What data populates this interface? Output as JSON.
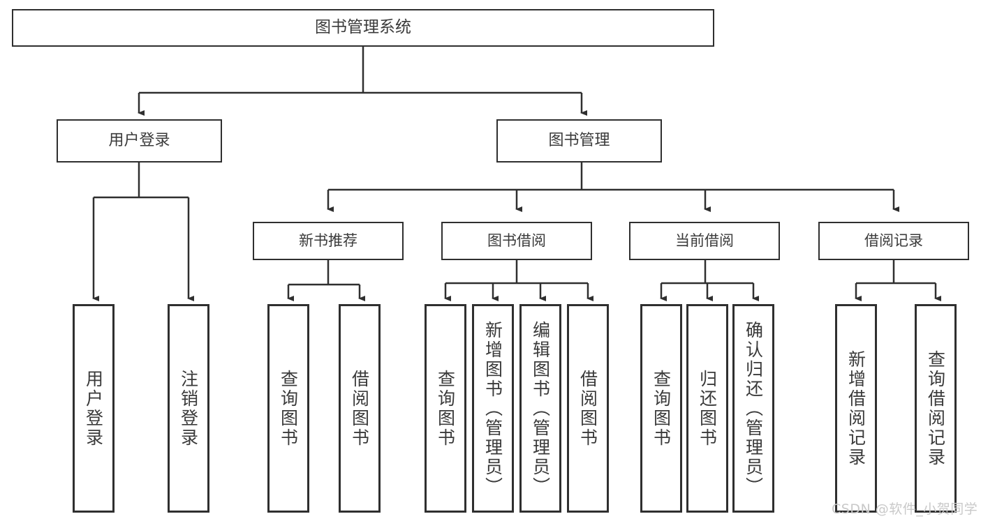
{
  "diagram": {
    "title": "图书管理系统",
    "watermark": "CSDN @软件_小贺同学",
    "line_color": "#2f2f2f",
    "text_color": "#3a3a3a",
    "background": "#ffffff",
    "root": {
      "label": "图书管理系统"
    },
    "level2": [
      {
        "label": "用户登录"
      },
      {
        "label": "图书管理"
      }
    ],
    "level3": [
      {
        "label": "新书推荐"
      },
      {
        "label": "图书借阅"
      },
      {
        "label": "当前借阅"
      },
      {
        "label": "借阅记录"
      }
    ],
    "leaves": {
      "user_login": [
        {
          "label": "用户登录"
        },
        {
          "label": "注销登录"
        }
      ],
      "new_book": [
        {
          "label": "查询图书"
        },
        {
          "label": "借阅图书"
        }
      ],
      "borrow_book": [
        {
          "label": "查询图书"
        },
        {
          "label": "新增图书（管理员）"
        },
        {
          "label": "编辑图书（管理员）"
        },
        {
          "label": "借阅图书"
        }
      ],
      "current_borrow": [
        {
          "label": "查询图书"
        },
        {
          "label": "归还图书"
        },
        {
          "label": "确认归还（管理员）"
        }
      ],
      "borrow_record": [
        {
          "label": "新增借阅记录"
        },
        {
          "label": "查询借阅记录"
        }
      ]
    }
  }
}
